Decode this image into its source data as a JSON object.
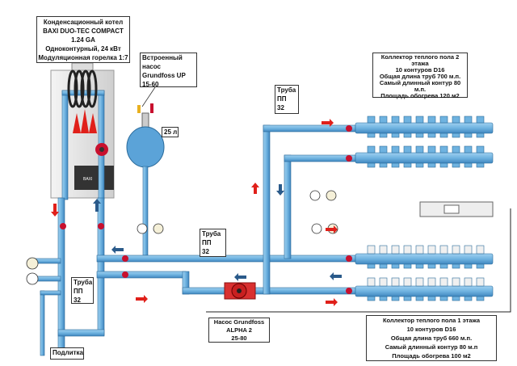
{
  "boiler_label": {
    "lines": [
      "Конденсационный котел",
      "BAXI DUO-TEC COMPACT",
      "1.24 GA",
      "Одноконтурный, 24 кВт",
      "Модуляционная горелка 1:7"
    ]
  },
  "boiler_brand": "BAXI",
  "pump_builtin_label": {
    "lines": [
      "Встроенный",
      "насос",
      "Grundfoss UP",
      "15-60"
    ]
  },
  "tank_label": "25 л",
  "pipe_top_label": {
    "lines": [
      "Труба",
      "ПП",
      "32"
    ]
  },
  "pipe_mid_label": {
    "lines": [
      "Труба",
      "ПП",
      "32"
    ]
  },
  "pipe_left_label": {
    "lines": [
      "Труба",
      "ПП",
      "32"
    ]
  },
  "collector_floor2_label": {
    "lines": [
      "Коллектор теплого пола 2",
      "этажа",
      "10 контуров D16",
      "Общая длина труб 700 м.п.",
      "Самый длинный контур 80",
      "м.п.",
      "Площадь обогрева 120 м2"
    ]
  },
  "collector_floor1_label": {
    "lines": [
      "Коллектор теплого пола 1 этажа",
      "10 контуров D16",
      "Общая длина труб 660 м.п.",
      "Самый длинный контур 80 м.п",
      "Площадь обогрева 100 м2"
    ]
  },
  "pump_alpha_label": {
    "lines": [
      "Насос Grundfoss",
      "ALPHA 2",
      "25-80"
    ]
  },
  "makeup_label": "Подлитка",
  "colors": {
    "pipe": "#6fb3e0",
    "pipe_edge": "#2a6a9a",
    "hot_arrow": "#e0201a",
    "cold_arrow": "#2a5a8a",
    "valve": "#c8102e",
    "boiler": "#e4e4e4"
  }
}
